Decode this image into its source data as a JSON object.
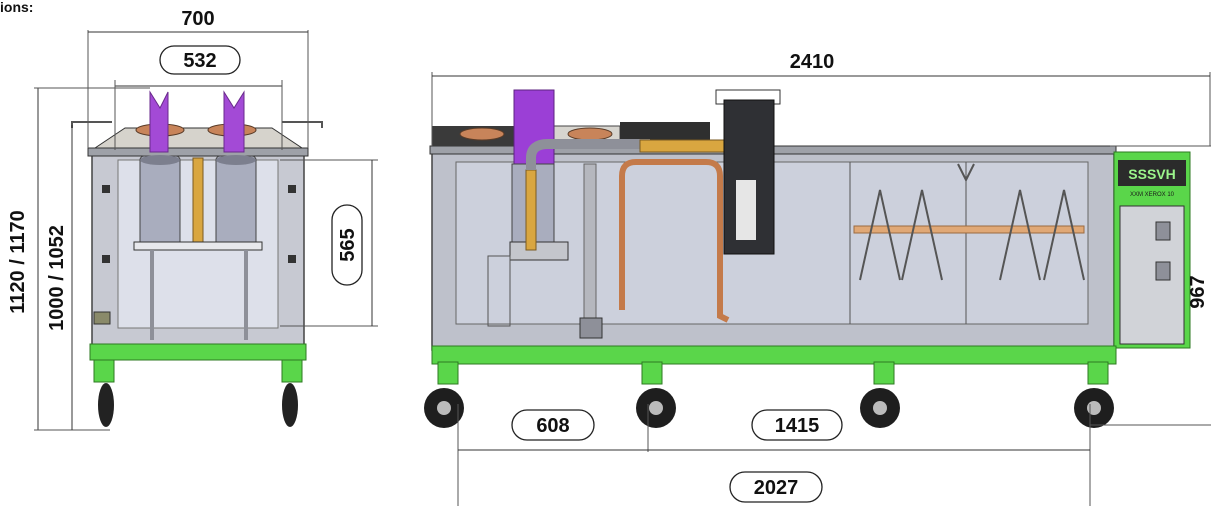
{
  "corner_text": "ions:",
  "front_view": {
    "dim_width_outer": "700",
    "dim_width_inner": "532",
    "dim_height_total": "1120 / 1170",
    "dim_height_frame": "1000 / 1052",
    "dim_height_vessel": "565"
  },
  "side_view": {
    "dim_length_total": "2410",
    "dim_height_right": "967",
    "dim_wheel_spacing_1": "608",
    "dim_wheel_spacing_2": "1415",
    "dim_wheel_span": "2027",
    "panel_brand": "SSSVH",
    "panel_subtext": "XXM XEROX 10"
  },
  "colors": {
    "frame_green": "#5ad64a",
    "purple": "#9b3fd6",
    "copper": "#c47a4a",
    "brass": "#d9a640",
    "tank": "#c9ccd6",
    "wood": "#e0a876"
  }
}
